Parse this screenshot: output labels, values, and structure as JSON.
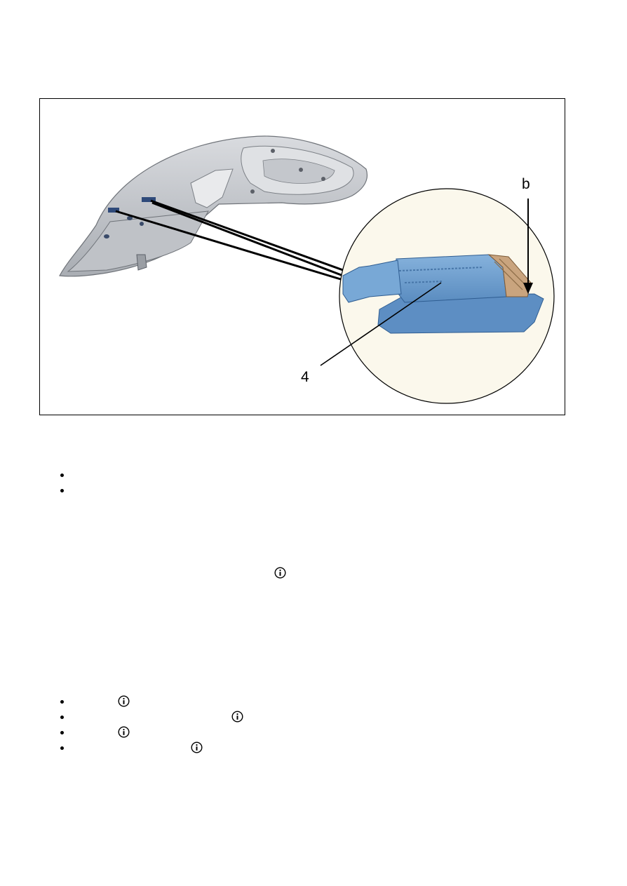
{
  "figure": {
    "callouts": [
      "b",
      "4"
    ],
    "colors": {
      "tailgate_body": "#c9ccd1",
      "tailgate_shadow": "#8c9097",
      "detail_circle_bg": "#fbf8ec",
      "component_blue": "#6c9ccc",
      "component_blue_dark": "#3f70a6",
      "connector_tan": "#c9a47e",
      "leader_line": "#000000"
    }
  },
  "bullet_list_1": {
    "item_count": 2
  },
  "info_marker": {
    "icon": "info-circle-icon"
  },
  "bullet_list_2": {
    "item_count": 4,
    "icon": "info-circle-icon"
  }
}
